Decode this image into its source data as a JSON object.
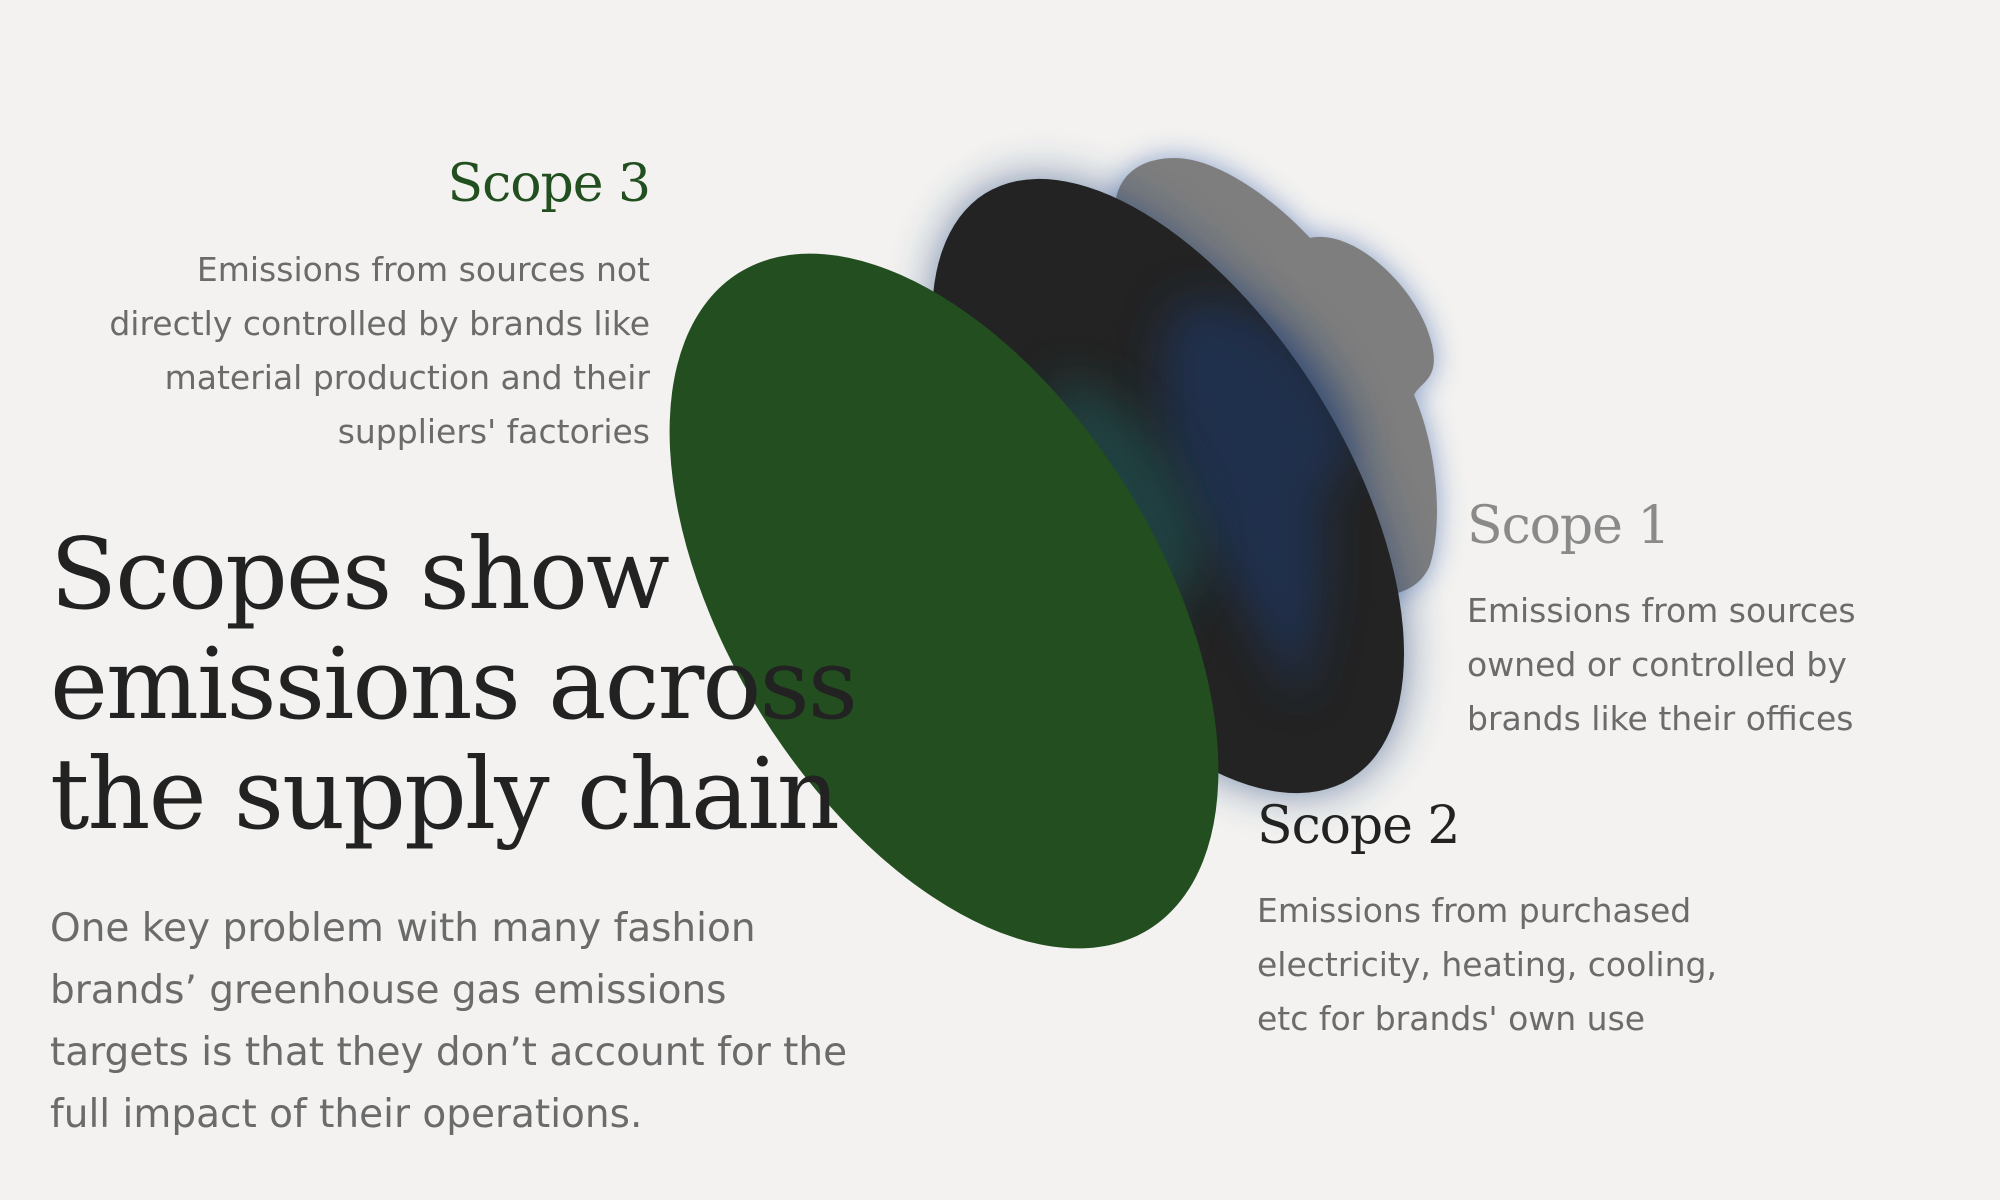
{
  "colors": {
    "background": "#f3f2f0",
    "scope1": "#7e7e7e",
    "scope2": "#232323",
    "scope3": "#234f20",
    "glow": "#2f5aa8",
    "heading": "#222222",
    "body_text": "#6b6b6b"
  },
  "scopes": {
    "scope3": {
      "title": "Scope 3",
      "description_lines": [
        "Emissions from sources not",
        "directly controlled by brands like",
        "material production and their",
        "suppliers' factories"
      ]
    },
    "scope1": {
      "title": "Scope 1",
      "description_lines": [
        "Emissions from sources",
        "owned or controlled by",
        "brands like their offices"
      ]
    },
    "scope2": {
      "title": "Scope 2",
      "description_lines": [
        "Emissions from purchased",
        "electricity, heating, cooling,",
        "etc for brands' own use"
      ]
    }
  },
  "headline_lines": [
    "Scopes show",
    "emissions across",
    "the supply chain"
  ],
  "intro_lines": [
    "One key problem with many fashion",
    "brands’ greenhouse gas emissions",
    "targets is that they don’t account for the",
    "full impact of their operations."
  ]
}
